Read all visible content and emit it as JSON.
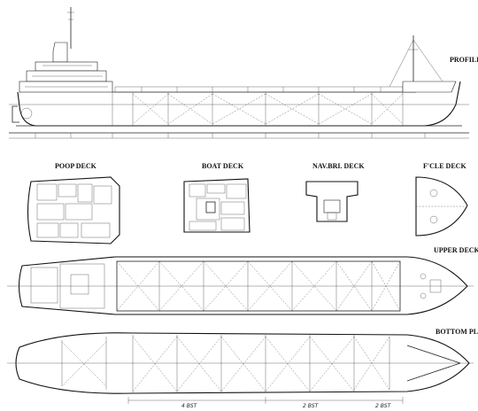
{
  "titles": {
    "profile": "PROFILE",
    "poop_deck": "POOP DECK",
    "boat_deck": "BOAT DECK",
    "nav_bri_deck": "NAV.BRI. DECK",
    "fcle_deck": "F'CLE DECK",
    "upper_deck": "UPPER DECK",
    "bottom_plan": "BOTTOM PLAN"
  },
  "handwritten": {
    "tank_left": "4 BST",
    "tank_mid": "2 BST",
    "tank_right": "2 BST"
  }
}
